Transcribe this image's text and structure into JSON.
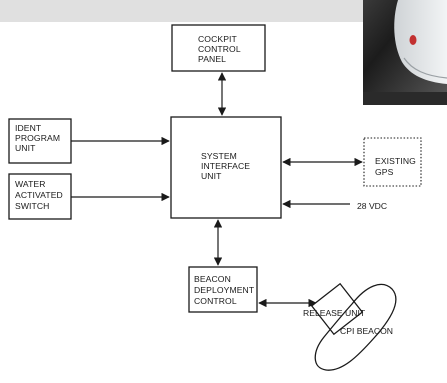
{
  "diagram": {
    "cockpit_control_panel": [
      "COCKPIT",
      "CONTROL",
      "PANEL"
    ],
    "ident_program_unit": [
      "IDENT",
      "PROGRAM",
      "UNIT"
    ],
    "water_activated_switch": [
      "WATER",
      "ACTIVATED",
      "SWITCH"
    ],
    "system_interface_unit": [
      "SYSTEM",
      "INTERFACE",
      "UNIT"
    ],
    "existing_gps": [
      "EXISTING",
      "GPS"
    ],
    "power_input": "28 VDC",
    "beacon_deployment_control": [
      "BEACON",
      "DEPLOYMENT",
      "CONTROL"
    ],
    "release_unit": "RELEASE UNIT",
    "cpi_beacon": "CPI BEACON"
  },
  "colors": {
    "line": "#1a1a1a",
    "box_border": "#1a1a1a",
    "background": "#ffffff",
    "top_strip": "#e0e0e0"
  }
}
